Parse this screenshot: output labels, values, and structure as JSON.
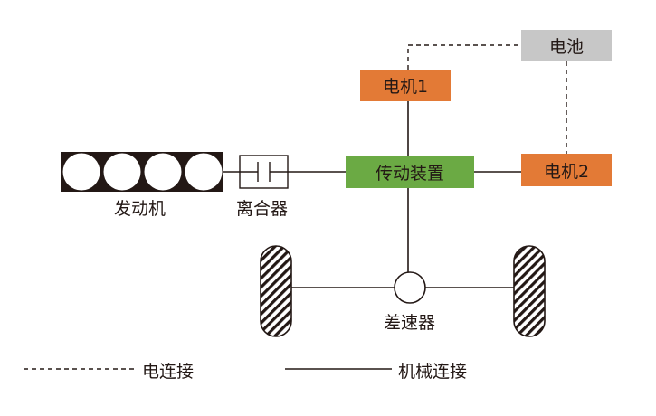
{
  "diagram": {
    "title": "",
    "colors": {
      "motor": "#E37A36",
      "battery": "#C7C7C7",
      "transmission": "#6BAA44",
      "engine": "#231815",
      "line": "#231815"
    },
    "nodes": {
      "battery": "电池",
      "motor1": "电机1",
      "motor2": "电机2",
      "transmission": "传动装置",
      "engine": "发动机",
      "clutch": "离合器",
      "differential": "差速器"
    },
    "engine_cylinders": 4,
    "connections": [
      {
        "from": "motor1",
        "to": "battery",
        "type": "electrical"
      },
      {
        "from": "battery",
        "to": "motor2",
        "type": "electrical"
      },
      {
        "from": "motor1",
        "to": "transmission",
        "type": "mechanical"
      },
      {
        "from": "engine",
        "to": "clutch",
        "type": "mechanical"
      },
      {
        "from": "clutch",
        "to": "transmission",
        "type": "mechanical"
      },
      {
        "from": "transmission",
        "to": "motor2",
        "type": "mechanical"
      },
      {
        "from": "transmission",
        "to": "differential",
        "type": "mechanical"
      },
      {
        "from": "differential",
        "to": "left-wheel",
        "type": "mechanical"
      },
      {
        "from": "differential",
        "to": "right-wheel",
        "type": "mechanical"
      }
    ],
    "legend": {
      "electrical": "电连接",
      "mechanical": "机械连接"
    }
  }
}
